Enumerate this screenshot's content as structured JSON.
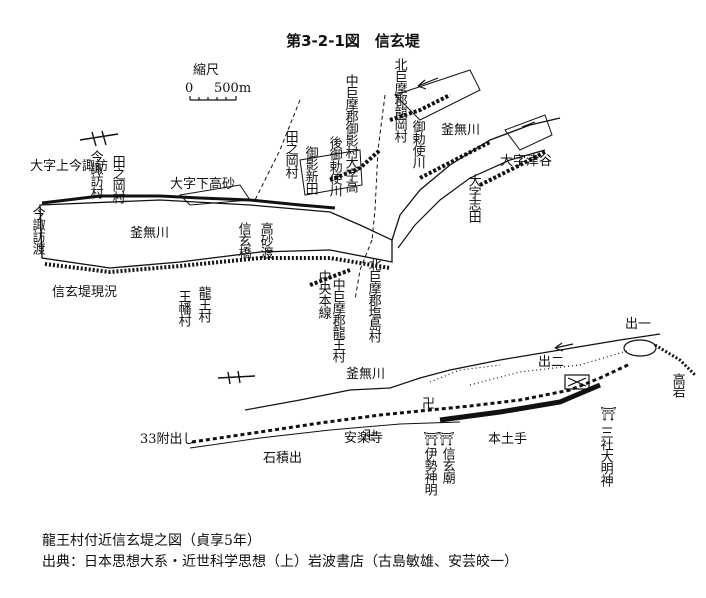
{
  "figure": {
    "title": "第3-2-1図　信玄堤",
    "caption_line1": "龍王村付近信玄堤之図（貞享5年）",
    "caption_line2": "出典：日本思想大系・近世科学思想（上）岩波書店（古島敏雄、安芸皎一）"
  },
  "scale": {
    "label": "縮尺",
    "zero": "0",
    "distance": "500m"
  },
  "map_upper": {
    "labels": {
      "kitakoma_ryuoka": "北巨摩郡龍岡村",
      "nakakoma_mikage": "中巨摩郡御影村",
      "kamanashi_upper": "釜無川",
      "oaza_tsuya": "大字津谷",
      "oaza_shida": "大字志田",
      "oaza_kamiimasuwa": "大字上今諏訪",
      "imasuwa_ferry": "今諏訪渡",
      "imasuwa_village": "今諏訪村",
      "tanooka_village_a": "田之岡村",
      "oaza_shimotakasago": "大字下高砂",
      "tanooka_village_b": "田之岡村",
      "mikage_shinden": "御影新田",
      "gokanshinden": "後御勅使川",
      "oaza_taka": "大字高",
      "mikage_river": "御勅使川",
      "kamanashi_main": "釜無川",
      "shingen_bridge": "信玄橋",
      "takasago_ferry": "高砂渡",
      "chuo_line": "中央本線",
      "kitakoma_shiojima": "北巨摩郡塩島村",
      "nakakoma_ryuo": "中巨摩郡龍王村",
      "ouhata_village": "王幡村",
      "ryuo_village": "龍王村",
      "shingen_current": "信玄堤現況"
    }
  },
  "map_lower": {
    "labels": {
      "kamanashi_lower": "釜無川",
      "de_ichi": "出一",
      "de_ni": "出二",
      "takaiwa": "高岩",
      "sansha_myojin": "三社大明神",
      "hondote": "本土手",
      "anrakuji": "安楽寺",
      "sekiseki": "石積出",
      "fudeshi_33": "33附出し",
      "ise_shinmei": "伊勢神明",
      "shingen_shrine": "信玄廟"
    }
  }
}
